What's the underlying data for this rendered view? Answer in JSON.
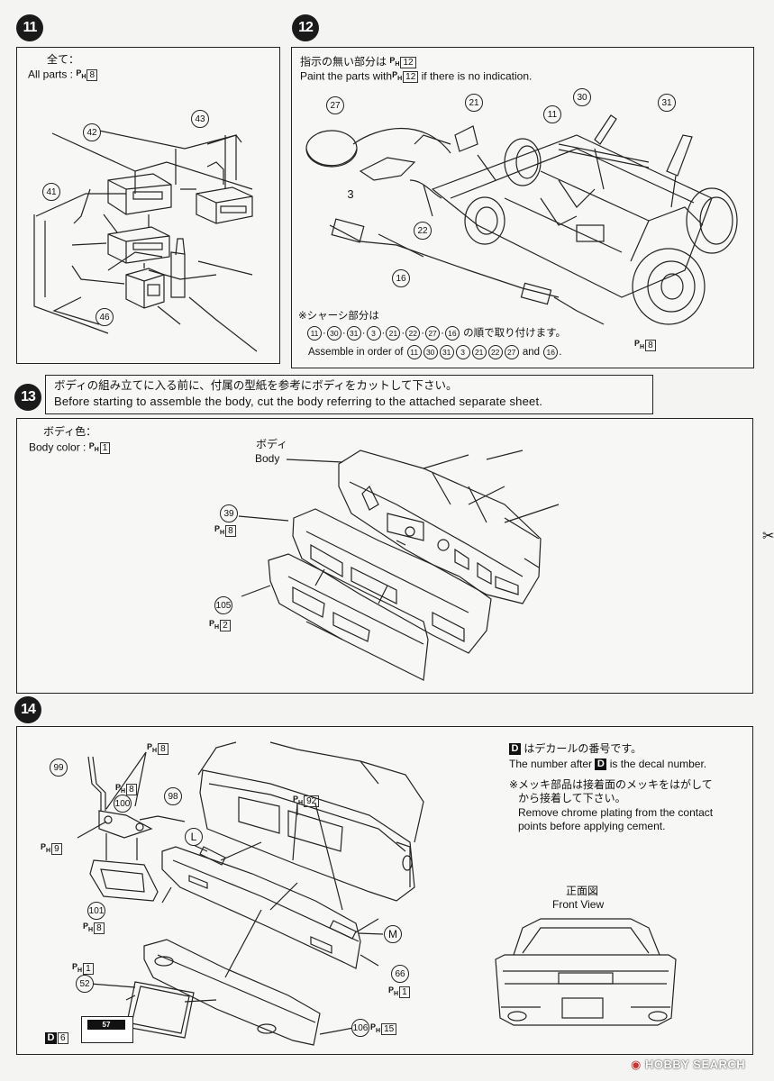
{
  "steps": {
    "s11": {
      "number": "11",
      "color_jp": "全て：",
      "color_en": "All parts :",
      "paint_ph": "8",
      "parts": [
        "42",
        "43",
        "41",
        "46"
      ]
    },
    "s12": {
      "number": "12",
      "note_jp": "指示の無い部分は",
      "note_jp_ph": "12",
      "note_en_a": "Paint the parts with",
      "note_en_ph": "12",
      "note_en_b": "if there is no indication.",
      "parts": [
        "27",
        "21",
        "30",
        "11",
        "31",
        "3",
        "22",
        "16"
      ],
      "chassis_jp_a": "※シャーシ部分は",
      "chassis_order": [
        "11",
        "30",
        "31",
        "3",
        "21",
        "22",
        "27",
        "16"
      ],
      "chassis_jp_b": "の順で取り付けます。",
      "assemble_en": "Assemble in order of",
      "assemble_order": [
        "11",
        "30",
        "31",
        "3",
        "21",
        "22",
        "27"
      ],
      "assemble_and": "and",
      "assemble_last": "16",
      "exhaust_ph": "8"
    },
    "s13": {
      "number": "13",
      "cut_jp": "ボディの組み立てに入る前に、付属の型紙を参考にボディをカットして下さい。",
      "cut_en": "Before starting to assemble the body, cut the body referring to the attached separate sheet.",
      "color_jp": "ボディ色：",
      "color_en": "Body color :",
      "color_ph": "1",
      "body_jp": "ボディ",
      "body_en": "Body",
      "part_39": "39",
      "part_39_ph": "8",
      "part_105": "105",
      "part_105_ph": "2"
    },
    "s14": {
      "number": "14",
      "decal_jp": "はデカールの番号です。",
      "decal_letter": "D",
      "decal_en_a": "The number after",
      "decal_en_b": "is the decal number.",
      "chrome_jp_1": "※メッキ部品は接着面のメッキをはがして",
      "chrome_jp_2": "から接着して下さい。",
      "chrome_en_1": "Remove chrome plating from the contact",
      "chrome_en_2": "points before applying cement.",
      "front_jp": "正面図",
      "front_en": "Front View",
      "labels": {
        "p99": "99",
        "p100": "100",
        "p98": "98",
        "p101": "101",
        "p66": "66",
        "p52": "52",
        "p106": "106",
        "L": "L",
        "M": "M"
      },
      "ph": {
        "top8": "8",
        "mid8": "8",
        "p9": "9",
        "p92": "92",
        "p101": "8",
        "p1": "1",
        "p66": "1",
        "p106": "15"
      },
      "decal_num": "6",
      "plate_text": "57"
    }
  },
  "watermark": "HOBBY SEARCH"
}
